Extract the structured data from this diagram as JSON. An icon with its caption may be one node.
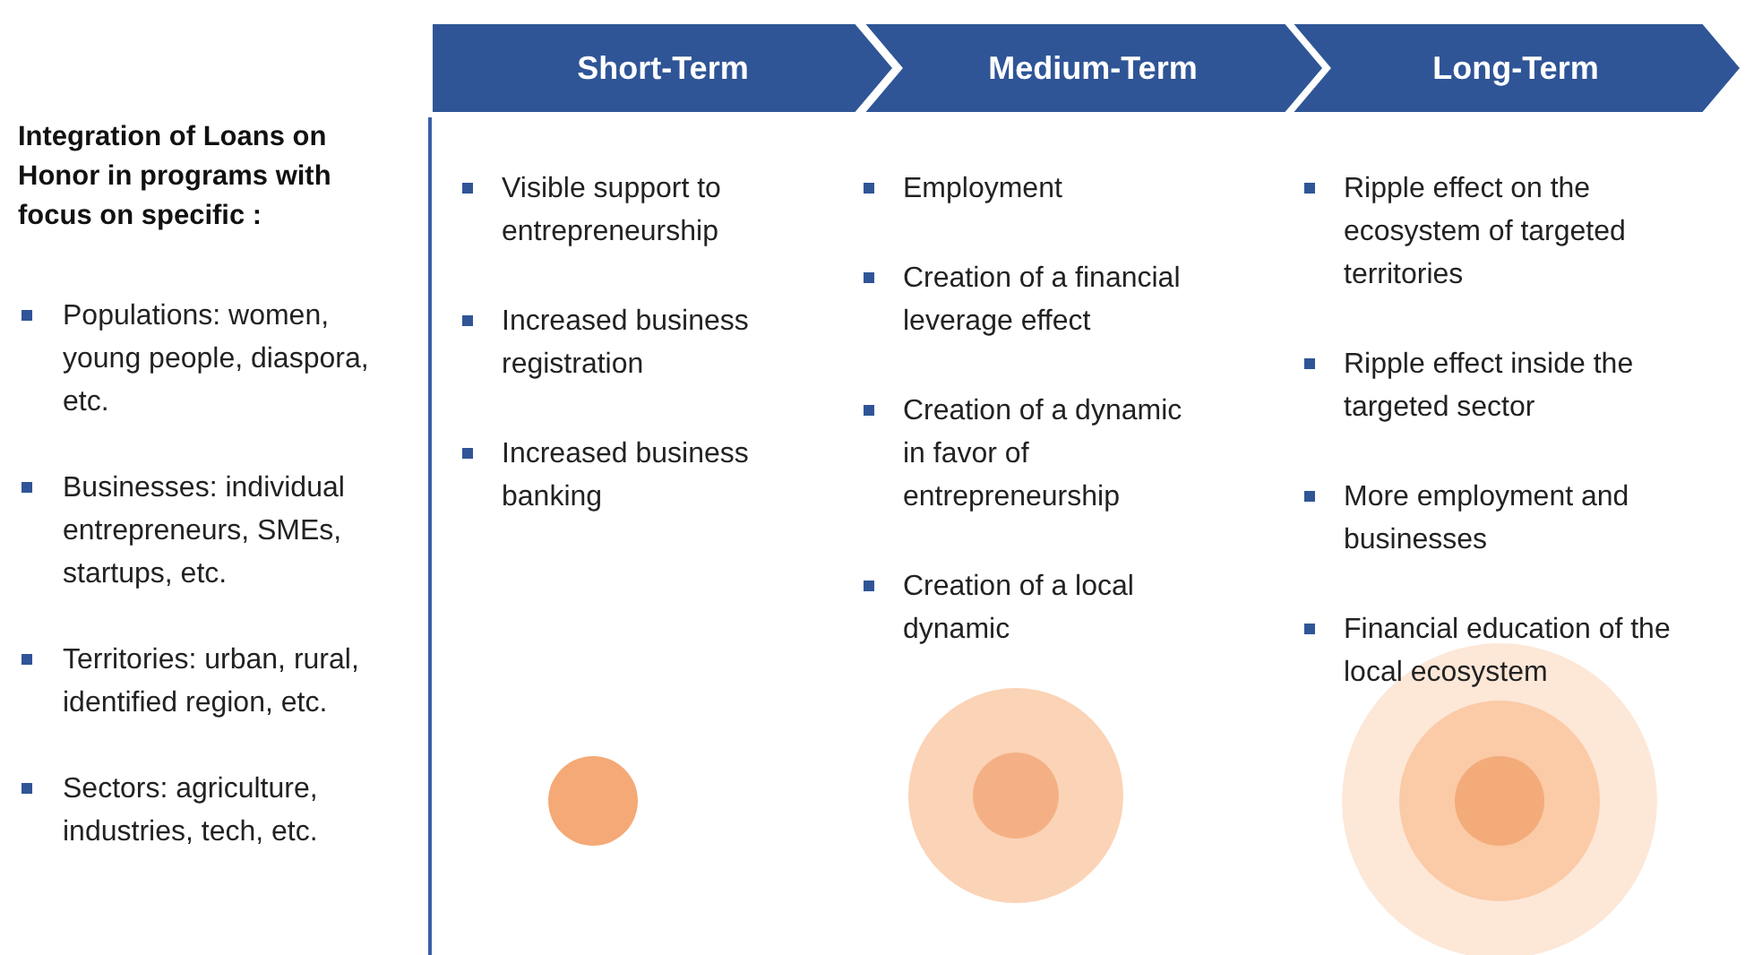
{
  "diagram": {
    "nodes": [
      {
        "text": [
          "Short-Term"
        ],
        "beside": [
          "Visible support to entrepreneurship",
          "Increased business registration",
          "Increased business banking"
        ]
      },
      {
        "text": [
          "Medium-Term"
        ],
        "beside": [
          "Employment",
          "Creation of a financial leverage effect",
          "Creation of a dynamic in favor of entrepreneurship",
          "Creation of a local dynamic"
        ]
      },
      {
        "text": [
          "Long-Term"
        ],
        "beside": [
          "Ripple effect on the ecosystem of targeted territories",
          "Ripple effect inside the targeted sector",
          "More employment and businesses",
          "Financial education of the local ecosystem"
        ]
      }
    ],
    "labels": [
      "Integration of Loans on Honor in programs with focus on specific :",
      "Populations: women, young people, diaspora, etc.",
      "Businesses: individual entrepreneurs, SMEs, startups, etc.",
      "Territories: urban, rural, identified region, etc.",
      "Sectors: agriculture, industries, tech, etc."
    ]
  }
}
